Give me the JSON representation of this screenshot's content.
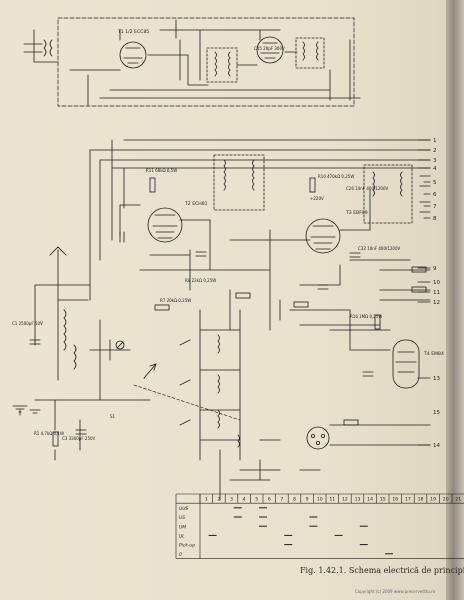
{
  "caption": "Fig. 1.42.1. Schema electrică de principiu",
  "copyright": "Copyright (c) 2009 www.preserveditu.ro",
  "tubes": {
    "t1": "T1 1/2 ECC85",
    "t2": "T2 ECH81",
    "t3": "T3 EBF89",
    "t4": "T4 EM84"
  },
  "labels": {
    "c3": "C3 3300pF 250V",
    "r1": "R1 4,7kΩ 0,1W",
    "c1": "C1 2500pF 50V",
    "r10": "R10 470kΩ 0,25W",
    "r11": "R11 68kΩ 0,5W",
    "r8": "R8 22kΩ 0,25W",
    "r7": "R7 20kΩ 0,25W",
    "r16": "R16 1MΩ 0,25W",
    "c26": "C26 10nF 400/1200V",
    "c32": "C32 10nF 400/1200V",
    "c45": "C45 20pF 300V",
    "plus220": "+220V",
    "s1": "S1"
  },
  "terminals": [
    "1",
    "2",
    "3",
    "4",
    "5",
    "6",
    "7",
    "8",
    "9",
    "10",
    "11",
    "12",
    "13",
    "14",
    "15"
  ],
  "table": {
    "columns": [
      "1",
      "2",
      "3",
      "4",
      "5",
      "6",
      "7",
      "8",
      "9",
      "10",
      "11",
      "12",
      "13",
      "14",
      "15",
      "16",
      "17",
      "18",
      "19",
      "20",
      "21"
    ],
    "rows": [
      "UUS",
      "US",
      "UM",
      "UL",
      "Pick-up",
      "0"
    ]
  }
}
